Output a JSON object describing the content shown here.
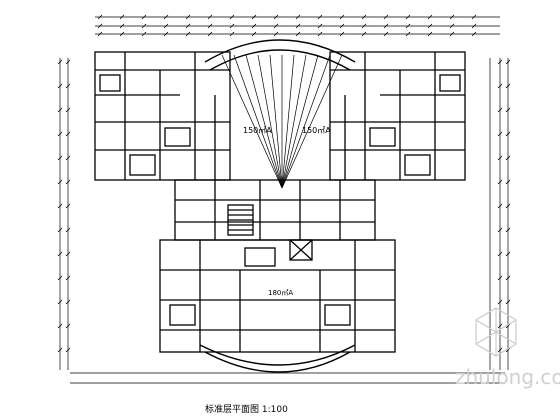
{
  "drawing": {
    "room_labels": {
      "left_area": "150㎡A",
      "right_area": "150㎡A",
      "lower_area": "180㎡A"
    },
    "caption": "标准层平面图 1:100"
  },
  "watermark": {
    "brand": "zhulong.com"
  },
  "colors": {
    "ink": "#000000",
    "paper": "#ffffff",
    "watermark": "#cccccc"
  }
}
